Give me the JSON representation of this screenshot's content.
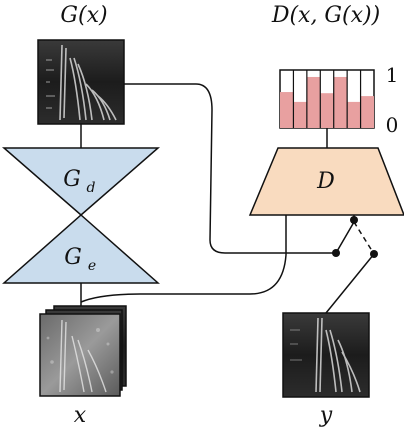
{
  "labels": {
    "generated_output": "G(x)",
    "discriminator_output": "D(x, G(x))",
    "decoder": "G",
    "decoder_sub": "d",
    "encoder": "G",
    "encoder_sub": "e",
    "discriminator": "D",
    "input": "x",
    "target": "y",
    "scale_high": "1",
    "scale_low": "0"
  },
  "discriminator_scores": [
    0.62,
    0.45,
    0.88,
    0.6,
    0.88,
    0.45,
    0.55
  ],
  "colors": {
    "generator_fill": "#c9dced",
    "discriminator_fill": "#f9dbbf",
    "score_bar_fill": "#e8a0a0",
    "stroke": "#111111"
  }
}
